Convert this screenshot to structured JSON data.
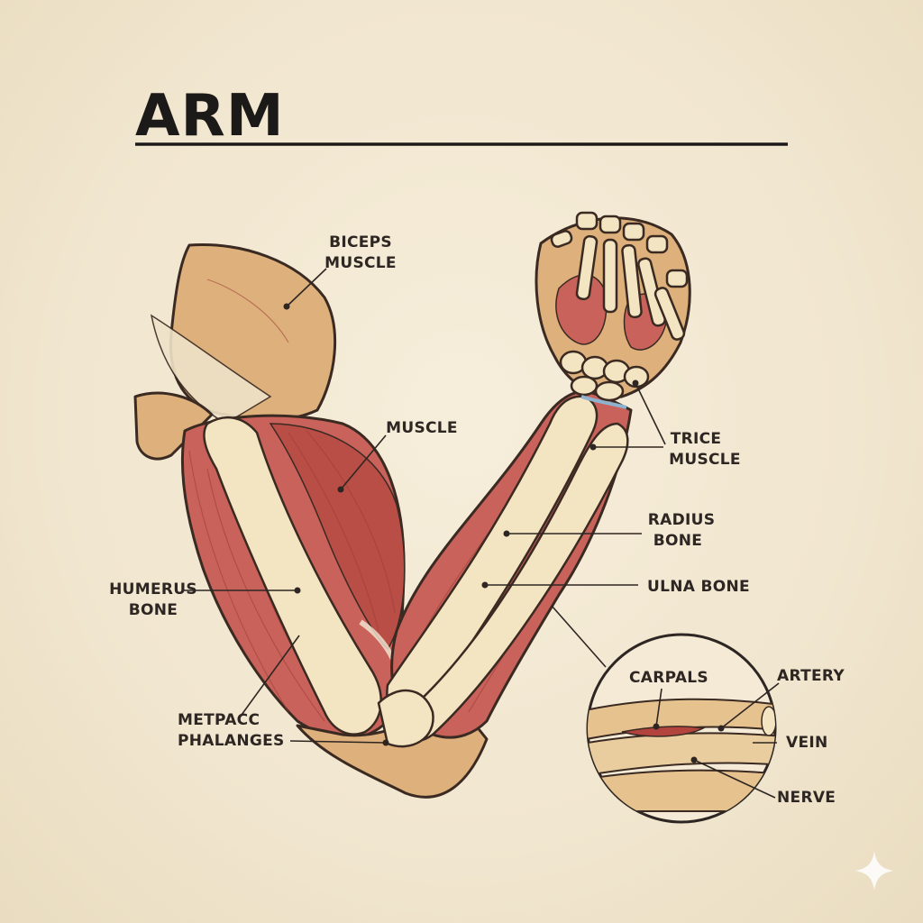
{
  "title": "ARM",
  "labels": {
    "biceps": [
      "BICEPS",
      "MUSCLE"
    ],
    "muscle": "MUSCLE",
    "humerus": [
      "HUMERUS",
      "BONE"
    ],
    "metpacc": [
      "METPACC",
      "PHALANGES"
    ],
    "trice": [
      "TRICE",
      "MUSCLE"
    ],
    "radius": [
      "RADIUS",
      "BONE"
    ],
    "ulna": "ULNA BONE",
    "carpals": "CARPALS",
    "artery": "ARTERY",
    "vein": "VEIN",
    "nerve": "NERVE"
  },
  "colors": {
    "background": "#f2e8d2",
    "muscle": "#c8625a",
    "muscle_dark": "#a9443d",
    "bone": "#f3e4c2",
    "skin": "#ddb07c",
    "outline": "#3a2a22"
  },
  "icons": [
    "sparkle-icon"
  ]
}
